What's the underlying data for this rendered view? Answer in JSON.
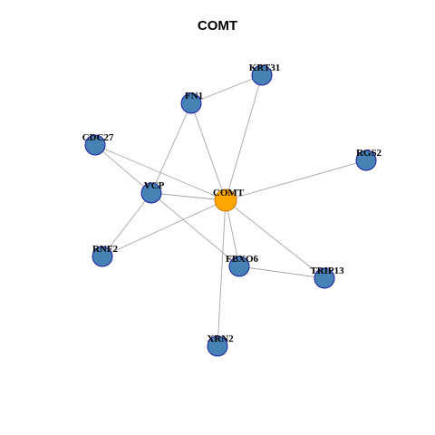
{
  "title": "COMT",
  "colors": {
    "edge": "#a6a6a6",
    "node_fill": "#4682b4",
    "node_stroke": "#1a1aa6",
    "center_fill": "#ffa500",
    "center_stroke": "#c87800"
  },
  "nodes": [
    {
      "id": "COMT",
      "label": "COMT",
      "center": true
    },
    {
      "id": "KRT31",
      "label": "KRT31"
    },
    {
      "id": "FN1",
      "label": "FN1"
    },
    {
      "id": "CDC27",
      "label": "CDC27"
    },
    {
      "id": "RGS2",
      "label": "RGS2"
    },
    {
      "id": "VCP",
      "label": "VCP"
    },
    {
      "id": "RNF2",
      "label": "RNF2"
    },
    {
      "id": "FBXO6",
      "label": "FBXO6"
    },
    {
      "id": "TRIP13",
      "label": "TRIP13"
    },
    {
      "id": "XRN2",
      "label": "XRN2"
    }
  ],
  "edges": [
    [
      "FN1",
      "KRT31"
    ],
    [
      "KRT31",
      "COMT"
    ],
    [
      "FN1",
      "COMT"
    ],
    [
      "FN1",
      "VCP"
    ],
    [
      "CDC27",
      "VCP"
    ],
    [
      "CDC27",
      "COMT"
    ],
    [
      "VCP",
      "COMT"
    ],
    [
      "VCP",
      "RNF2"
    ],
    [
      "VCP",
      "FBXO6"
    ],
    [
      "RNF2",
      "COMT"
    ],
    [
      "COMT",
      "RGS2"
    ],
    [
      "COMT",
      "FBXO6"
    ],
    [
      "COMT",
      "TRIP13"
    ],
    [
      "COMT",
      "XRN2"
    ],
    [
      "FBXO6",
      "TRIP13"
    ]
  ]
}
